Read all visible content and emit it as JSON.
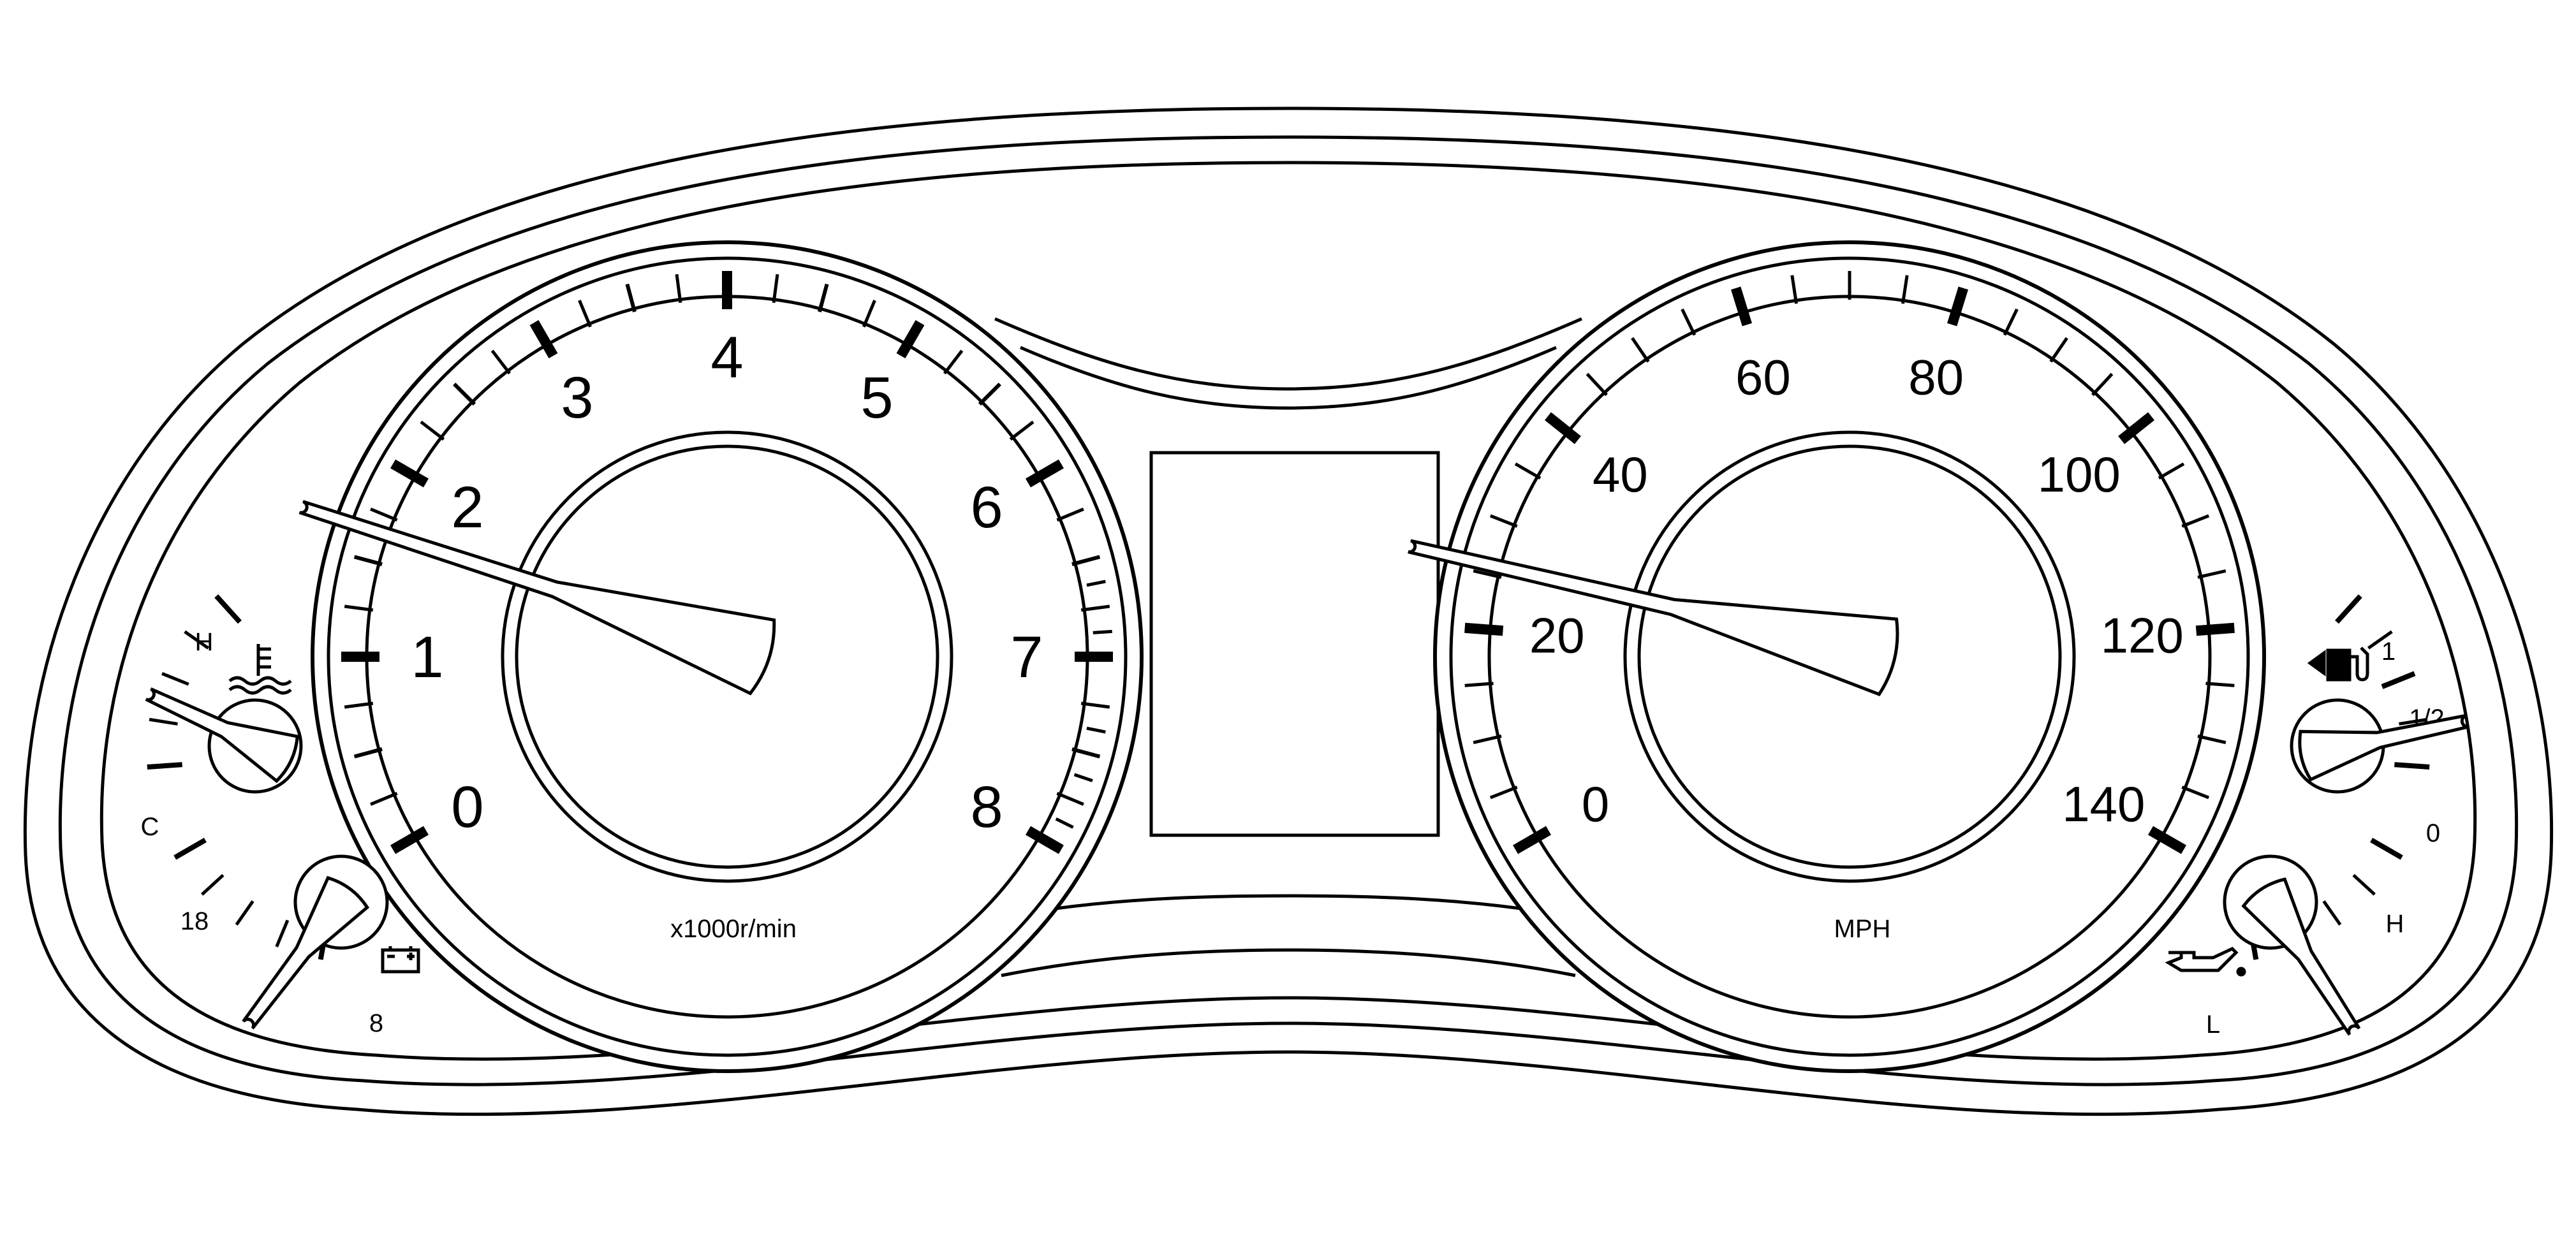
{
  "colors": {
    "line": "#000000",
    "background": "#ffffff"
  },
  "tachometer": {
    "labels": [
      "0",
      "1",
      "2",
      "3",
      "4",
      "5",
      "6",
      "7",
      "8"
    ],
    "unit": "x1000r/min",
    "value": 1.0
  },
  "speedometer": {
    "labels": [
      "0",
      "20",
      "40",
      "60",
      "80",
      "100",
      "120",
      "140"
    ],
    "unit": "MPH",
    "value": 25
  },
  "temperature_gauge": {
    "high_label": "H",
    "low_label": "C",
    "icon": "coolant-temperature-icon"
  },
  "voltage_gauge": {
    "high_label": "18",
    "low_label": "8",
    "icon": "battery-icon"
  },
  "fuel_gauge": {
    "full_label": "1",
    "half_label": "1/2",
    "empty_label": "0",
    "icon": "fuel-pump-icon"
  },
  "oil_pressure_gauge": {
    "high_label": "H",
    "low_label": "L",
    "icon": "oil-can-icon"
  },
  "center_display": {
    "shape": "rectangle"
  }
}
